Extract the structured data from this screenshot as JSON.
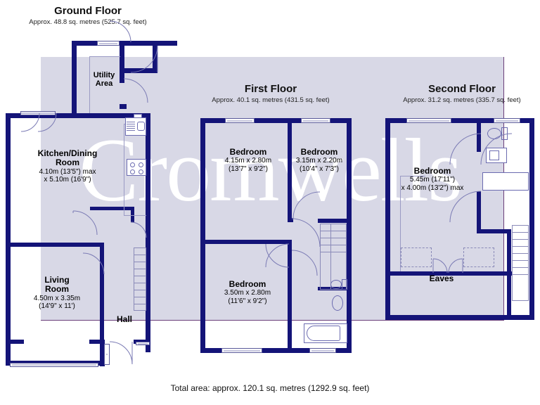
{
  "floors": [
    {
      "id": "ground",
      "title": "Ground Floor",
      "area": "Approx. 48.8 sq. metres (525.7 sq. feet)",
      "rooms": [
        {
          "name": "Utility\nArea",
          "name_line1": "Utility",
          "name_line2": "Area",
          "dims": []
        },
        {
          "name": "Kitchen/Dining Room",
          "name_line1": "Kitchen/Dining",
          "name_line2": "Room",
          "dims": [
            "4.10m (13'5\") max",
            "x 5.10m (16'9\")"
          ]
        },
        {
          "name": "Living Room",
          "name_line1": "Living",
          "name_line2": "Room",
          "dims": [
            "4.50m x 3.35m",
            "(14'9\" x 11')"
          ]
        },
        {
          "name": "Hall",
          "name_line1": "Hall",
          "name_line2": "",
          "dims": []
        }
      ]
    },
    {
      "id": "first",
      "title": "First Floor",
      "area": "Approx. 40.1 sq. metres (431.5 sq. feet)",
      "rooms": [
        {
          "name": "Bedroom",
          "name_line1": "Bedroom",
          "name_line2": "",
          "dims": [
            "4.15m x 2.80m",
            "(13'7\" x 9'2\")"
          ]
        },
        {
          "name": "Bedroom",
          "name_line1": "Bedroom",
          "name_line2": "",
          "dims": [
            "3.15m x 2.20m",
            "(10'4\" x 7'3\")"
          ]
        },
        {
          "name": "Bedroom",
          "name_line1": "Bedroom",
          "name_line2": "",
          "dims": [
            "3.50m x 2.80m",
            "(11'6\" x 9'2\")"
          ]
        }
      ]
    },
    {
      "id": "second",
      "title": "Second Floor",
      "area": "Approx. 31.2 sq. metres (335.7 sq. feet)",
      "rooms": [
        {
          "name": "Bedroom",
          "name_line1": "Bedroom",
          "name_line2": "",
          "dims": [
            "5.45m (17'11\")",
            "x 4.00m (13'2\") max"
          ]
        },
        {
          "name": "Eaves",
          "name_line1": "Eaves",
          "name_line2": "",
          "dims": []
        }
      ]
    }
  ],
  "labels": {
    "ground_title": "Ground Floor",
    "ground_area": "Approx. 48.8 sq. metres (525.7 sq. feet)",
    "first_title": "First Floor",
    "first_area": "Approx. 40.1 sq. metres (431.5 sq. feet)",
    "second_title": "Second Floor",
    "second_area": "Approx. 31.2 sq. metres (335.7 sq. feet)",
    "utility_l1": "Utility",
    "utility_l2": "Area",
    "kitchen_l1": "Kitchen/Dining",
    "kitchen_l2": "Room",
    "kitchen_d1": "4.10m (13'5\") max",
    "kitchen_d2": "x 5.10m (16'9\")",
    "living_l1": "Living",
    "living_l2": "Room",
    "living_d1": "4.50m x 3.35m",
    "living_d2": "(14'9\" x 11')",
    "hall": "Hall",
    "bed1_l1": "Bedroom",
    "bed1_d1": "4.15m x 2.80m",
    "bed1_d2": "(13'7\" x 9'2\")",
    "bed2_l1": "Bedroom",
    "bed2_d1": "3.15m x 2.20m",
    "bed2_d2": "(10'4\" x 7'3\")",
    "bed3_l1": "Bedroom",
    "bed3_d1": "3.50m x 2.80m",
    "bed3_d2": "(11'6\" x 9'2\")",
    "bed4_l1": "Bedroom",
    "bed4_d1": "5.45m (17'11\")",
    "bed4_d2": "x 4.00m (13'2\") max",
    "eaves": "Eaves",
    "total_area": "Total area: approx. 120.1 sq. metres (1292.9 sq. feet)",
    "watermark": "Cromwells"
  },
  "colors": {
    "wall": "#141478",
    "tint": "#d8d8e6",
    "accent_purple": "#6b3f7a",
    "fixture_outline": "#6b6bb0",
    "page_background": "#ffffff",
    "text": "#000000"
  }
}
